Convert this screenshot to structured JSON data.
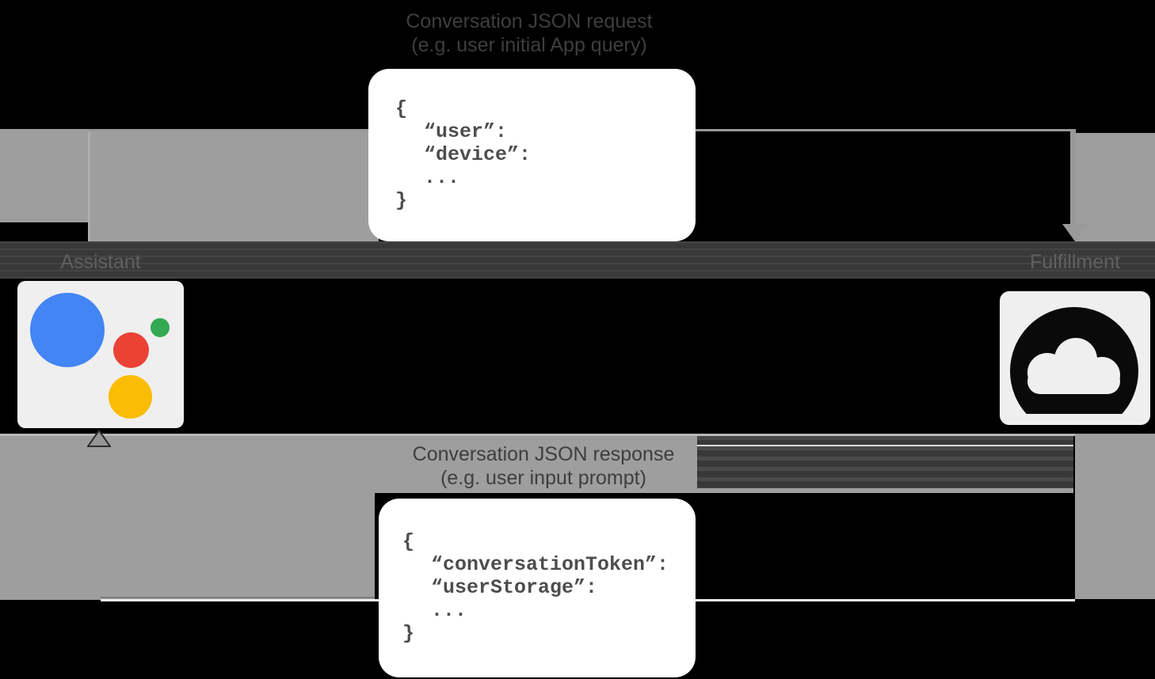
{
  "diagram": {
    "title_hidden": "",
    "request_label": {
      "line1": "Conversation JSON request",
      "line2": "(e.g. user initial App query)"
    },
    "response_label": {
      "line1": "Conversation JSON response",
      "line2": "(e.g. user input prompt)"
    },
    "request_json": {
      "lines": [
        "{",
        "“user”:",
        "“device”:",
        "...",
        "}"
      ]
    },
    "response_json": {
      "lines": [
        "{",
        "“conversationToken”:",
        "“userStorage”:",
        "...",
        "}"
      ]
    },
    "nodes": {
      "assistant_label": "Assistant",
      "fulfillment_label": "Fulfillment"
    },
    "icons": {
      "assistant": "google-assistant-icon",
      "fulfillment": "cloud-icon",
      "request_arrowhead": "arrow-down-icon",
      "response_arrowhead": "arrow-up-icon"
    },
    "colors": {
      "background": "#000000",
      "overlay_gray": "#9e9e9e",
      "band_dark": "#3b3b3b",
      "box_white": "#ffffff",
      "code_text": "#4d4d4d",
      "caption_text": "#3e3e3e",
      "node_label_text": "#606060",
      "request_arrow": "#989898",
      "response_arrow": "#f2f2f2",
      "assistant_blue": "#4285f4",
      "assistant_red": "#ea4335",
      "assistant_green": "#34a853",
      "assistant_yellow": "#fbbc04",
      "tile_background": "#efefef",
      "cloud_black": "#0a0a0a"
    }
  }
}
